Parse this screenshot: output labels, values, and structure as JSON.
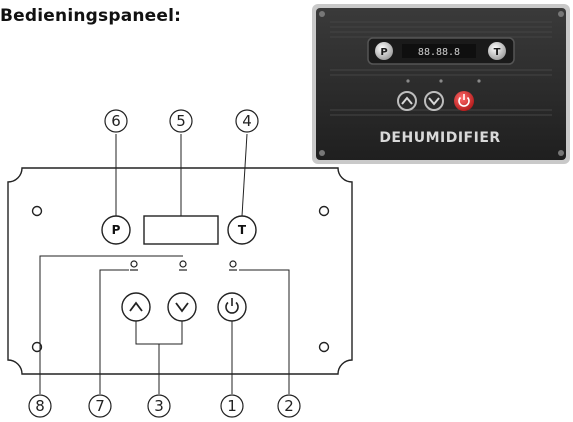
{
  "title": "Bedieningspaneel:",
  "photo": {
    "brand_label": "DEHUMIDIFIER",
    "lcd_text": "88.88.8",
    "p_button": "P",
    "t_button": "T",
    "icons": [
      "up-arrow-icon",
      "down-arrow-icon",
      "power-icon"
    ],
    "colors": {
      "panel": "#2b2b2b",
      "power_button": "#d62b2b"
    }
  },
  "diagram": {
    "p_button": "P",
    "t_button": "T",
    "icons": [
      "up-arrow-icon",
      "down-arrow-icon",
      "power-icon",
      "indicator-led-icon"
    ]
  },
  "callouts": {
    "top": [
      "6",
      "5",
      "4"
    ],
    "bottom": [
      "8",
      "7",
      "3",
      "1",
      "2"
    ]
  }
}
